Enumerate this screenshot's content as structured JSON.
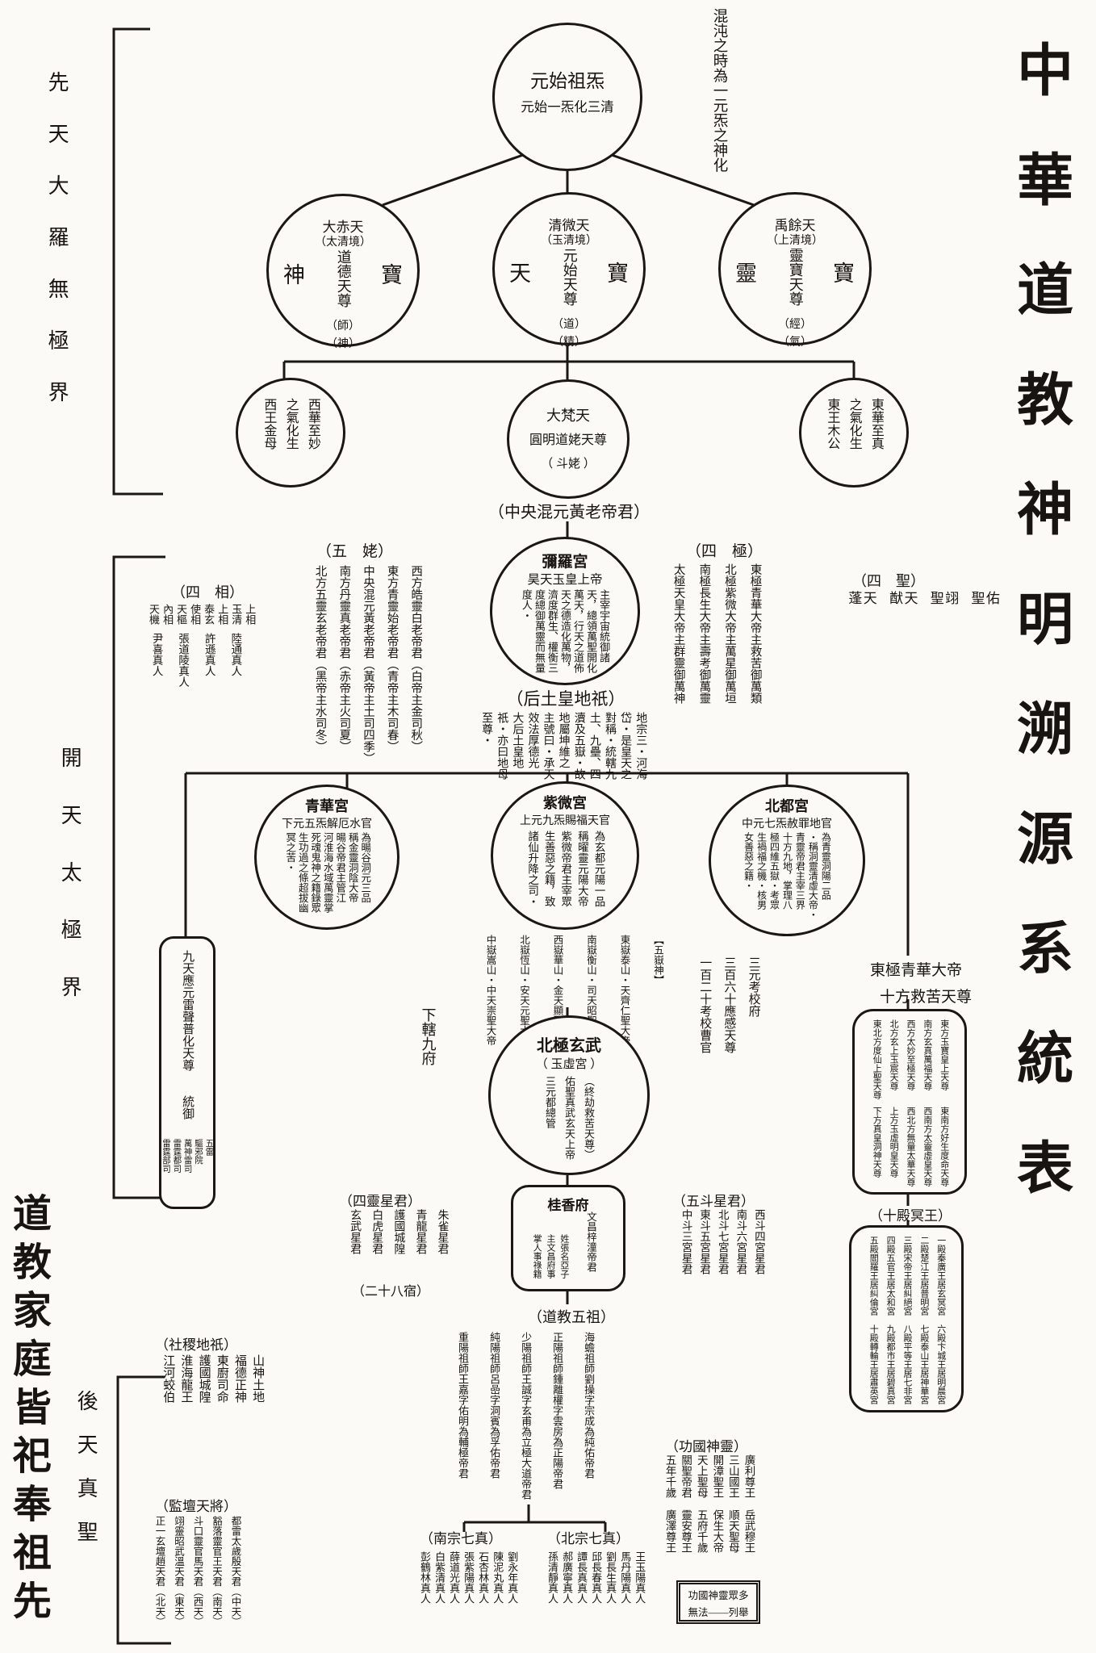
{
  "title": "中華道教神明溯源系統表",
  "annotations": {
    "top_right": "混沌之時為一元炁之神化",
    "central_huanglao": "（中央混元黃老帝君）",
    "houtu_label": "（后土皇地祇）",
    "xiaxia_jiufu": "下轄九府",
    "shidian_label": "（十殿冥王）"
  },
  "side_labels": {
    "xiantian": "先天大羅無極界",
    "kaitian": "開天太極界",
    "houtian": "後天真聖",
    "family": "道教家庭皆祀奉祖先"
  },
  "origin_circle": {
    "line1": "元始祖炁",
    "line2": "元始一炁化三清"
  },
  "sanqing": [
    {
      "heaven": "大赤天",
      "realm": "（太清境）",
      "deity": "道德天尊",
      "note1": "（師）",
      "note2": "（神）",
      "left": "神",
      "right": "寶"
    },
    {
      "heaven": "清微天",
      "realm": "（玉清境）",
      "deity": "元始天尊",
      "note1": "（道）",
      "note2": "（精）",
      "left": "天",
      "right": "寶"
    },
    {
      "heaven": "禹餘天",
      "realm": "（上清境）",
      "deity": "靈寶天尊",
      "note1": "（經）",
      "note2": "（氣）",
      "left": "靈",
      "right": "寶"
    }
  ],
  "row2": {
    "xiwangmu": [
      "西華至妙",
      "之氣化生",
      "西王金母"
    ],
    "doumu": {
      "line1": "大梵天",
      "line2": "圓明道姥天尊",
      "line3": "（ 斗姥 ）"
    },
    "dongwanggong": [
      "東華至真",
      "之氣化生",
      "東王木公"
    ]
  },
  "wulao": {
    "label": "（五　姥）",
    "items": [
      "西方皓靈白老帝君（白帝主金司秋）",
      "東方青靈始老帝君（青帝主木司春）",
      "中央混元黃老帝君（黃帝主土司四季）",
      "南方丹靈真老帝君（赤帝主火司夏）",
      "北方五靈玄老帝君（黑帝主水司冬）"
    ]
  },
  "siji": {
    "label": "（四　極）",
    "items": [
      "東極青華大帝主救苦御萬類",
      "北極紫微大帝主萬星御萬垣",
      "南極長生大帝主壽考御萬靈",
      "太極天皇大帝主群靈御萬神"
    ]
  },
  "sisheng": {
    "label": "（四　聖）",
    "items": [
      "天蓬",
      "天猷",
      "翊聖",
      "佑聖"
    ]
  },
  "sixiang": {
    "label": "（四　相）",
    "titles": [
      "天機",
      "內相",
      "天樞",
      "使相",
      "泰玄",
      "上相",
      "玉清",
      "上相"
    ],
    "names": [
      "尹喜真人",
      "張道陵真人",
      "許遜真人",
      "陸通真人"
    ]
  },
  "miluo": {
    "name": "彌羅宮",
    "deity": "昊天玉皇上帝",
    "body": [
      "主宰宇宙統御諸",
      "天，總領萬聖開化",
      "萬天，行天之道佈",
      "天之德造化萬物，",
      "濟度群生、權衡三",
      "度總御萬靈而無量",
      "度人‧"
    ]
  },
  "houtu_text": [
    "地宗三‧河海",
    "岱‧是皇天之",
    "對稱‧統轄九",
    "土、九壘、四",
    "瀆及五嶽‧故",
    "地屬坤維之",
    "主號曰‧承天",
    "效法厚德光",
    "大后土皇地",
    "祇‧亦曰地母",
    "至尊‧"
  ],
  "qinghua": {
    "name": "青華宮",
    "subtitle": "下元五炁解厄水官",
    "body": [
      "為暘谷洞元三品",
      "稱金靈洞陰大帝",
      "暘谷帝君主管江",
      "河淮海水域萬靈掌",
      "死魂鬼神之籍錄眾",
      "生功過之條超拔幽",
      "冥之苦‧"
    ]
  },
  "ziwei": {
    "name": "紫微宮",
    "subtitle": "上元九炁賜福天官",
    "body": [
      "為玄都元陽一品",
      "稱曜靈元陽大帝",
      "紫微帝君主宰眾",
      "生善惡之籍，致",
      "諸仙升降之司‧"
    ]
  },
  "beidu": {
    "name": "北都宮",
    "subtitle": "中元七炁赦罪地官",
    "body": [
      "為青靈洞陽二品",
      "‧稱洞靈清虛大帝‧",
      "青靈帝君主宰三界",
      "十方九地，掌理八",
      "極四維五獄‧考眾",
      "生禍福之機‧核男",
      "女善惡之籍‧"
    ]
  },
  "wuyue": {
    "items": [
      "【五嶽神】",
      "東嶽泰山‧天齊仁聖大帝",
      "南嶽衡山‧司天昭聖大帝",
      "西嶽華山‧金天顯聖大帝",
      "北嶽恆山‧安天元聖大帝",
      "中嶽嵩山‧中天崇聖大帝"
    ]
  },
  "leisheng": {
    "title": "九天應元雷聲普化天尊",
    "subtitle": "統御",
    "items": [
      "五雷",
      "驅邪院",
      "萬神雷司",
      "雷霆都司",
      "雷霆部司"
    ]
  },
  "sanyuan": [
    "三元考校府",
    "三百六十應感天尊",
    "一百二十考校曹官"
  ],
  "dongji": {
    "line1": "東極青華大帝",
    "line2": "十方救苦天尊"
  },
  "jiuku_box": {
    "group1": [
      "東方玉寶皇上天尊",
      "南方玄真萬福天尊",
      "西方太妙至極天尊",
      "北方玄上玉宸天尊",
      "東北方度仙上聖天尊"
    ],
    "group2": [
      "東南方好生度命天尊",
      "西南方太靈虛皇天尊",
      "西北方無量太華天尊",
      "上方玉虛明皇天尊",
      "下方真皇洞神天尊"
    ]
  },
  "shidian_box": {
    "group1": [
      "一殿秦廣王居玄冥宮",
      "二殿楚江王居普明宮",
      "三殿宋帝王居糾絕宮",
      "四殿五官王居太和宮",
      "五殿閻羅王居糾倫宮"
    ],
    "group2": [
      "六殿卞城王居明晨宮",
      "七殿泰山王居神華宮",
      "八殿平等王居七非宮",
      "九殿都市王居碧真宮",
      "十殿轉輪王居肅英宮"
    ]
  },
  "xuanwu": {
    "name": "北極玄武",
    "palace": "（ 玉虛宮 ）",
    "cols": [
      "（終劫救苦天尊）",
      "佑聖真武玄天上帝",
      "三元都總管"
    ]
  },
  "guixiang": {
    "name": "桂香府",
    "deity": "文昌梓潼帝君",
    "cols": [
      "姓張名亞子",
      "主文昌府事",
      "掌人事祿籍"
    ]
  },
  "siling": {
    "label": "（四靈星君）",
    "items": [
      "朱雀星君",
      "青龍星君",
      "護國城隍",
      "白虎星君",
      "玄武星君"
    ],
    "note": "（二十八宿）"
  },
  "wudou": {
    "label": "（五斗星君）",
    "items": [
      "西斗四宮星君",
      "南斗六宮星君",
      "北斗七宮星君",
      "東斗五宮星君",
      "中斗三宮星君"
    ]
  },
  "wuzu": {
    "label": "（道教五祖）",
    "items": [
      "海蟾祖師劉操字宗成為純佑帝君",
      "正陽祖師鍾離權字雲房為正陽帝君",
      "少陽祖師王誠字玄甫為立極大道帝君",
      "純陽祖師呂嵒字洞賓為孚佑帝君",
      "重陽祖師王嘉字佑明為輔極帝君"
    ]
  },
  "nanzong": {
    "label": "（南宗七真）",
    "items": [
      "劉永年真人",
      "陳泥丸真人",
      "石杏林真人",
      "張紫陽真人",
      "薛道光真人",
      "白紫清真人",
      "彭鶴林真人"
    ]
  },
  "beizong": {
    "label": "（北宗七真）",
    "items": [
      "王玉陽真人",
      "馬丹陽真人",
      "劉長生真人",
      "邱長春真人",
      "譚長真真人",
      "郝廣寧真人",
      "孫清靜真人"
    ]
  },
  "gongguo": {
    "label": "（功國神靈）",
    "row1": [
      "廣利尊王",
      "三山國王",
      "開漳聖王",
      "天上聖母",
      "關聖帝君",
      "五年千歲"
    ],
    "row2": [
      "岳武穆王",
      "順天聖母",
      "保生大帝",
      "五府千歲",
      "靈安尊王",
      "廣澤尊王"
    ],
    "note1": "功國神靈眾多",
    "note2": "無法——列舉"
  },
  "sheji": {
    "label": "（社稷地祇）",
    "items": [
      "山神土地",
      "福德正神",
      "東廚司命",
      "護國城隍",
      "淮海龍王",
      "江河蛟伯"
    ]
  },
  "jiantan": {
    "label": "（監壇天將）",
    "items": [
      "都雷太歲殷天君（中天）",
      "豁落靈官王天君（南天）",
      "斗口靈官馬天君（西天）",
      "翊靈昭武溫天君（東天）",
      "正一玄壇趙天君（北天）"
    ]
  }
}
